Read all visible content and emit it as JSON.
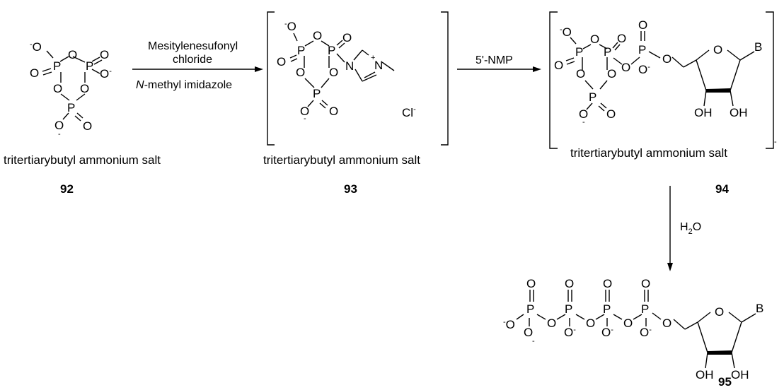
{
  "scheme": {
    "reagents": {
      "step1_line1": "Mesitylenesufonyl",
      "step1_line2": "chloride",
      "step1_below_italic": "N",
      "step1_below_rest": "-methyl imidazole",
      "step2": "5'-NMP",
      "step3": "H",
      "step3_sub": "2",
      "step3_rest": "O"
    },
    "captions": {
      "c92": "tritertiarybutyl ammonium salt",
      "c93": "tritertiarybutyl ammonium salt",
      "c94": "tritertiarybutyl ammonium salt"
    },
    "numbers": {
      "n92": "92",
      "n93": "93",
      "n94": "94",
      "n95": "95"
    },
    "atoms": {
      "P": "P",
      "O": "O",
      "N": "N",
      "OH": "OH",
      "B": "B",
      "Cl": "Cl",
      "minus": "-",
      "plus": "+"
    }
  }
}
